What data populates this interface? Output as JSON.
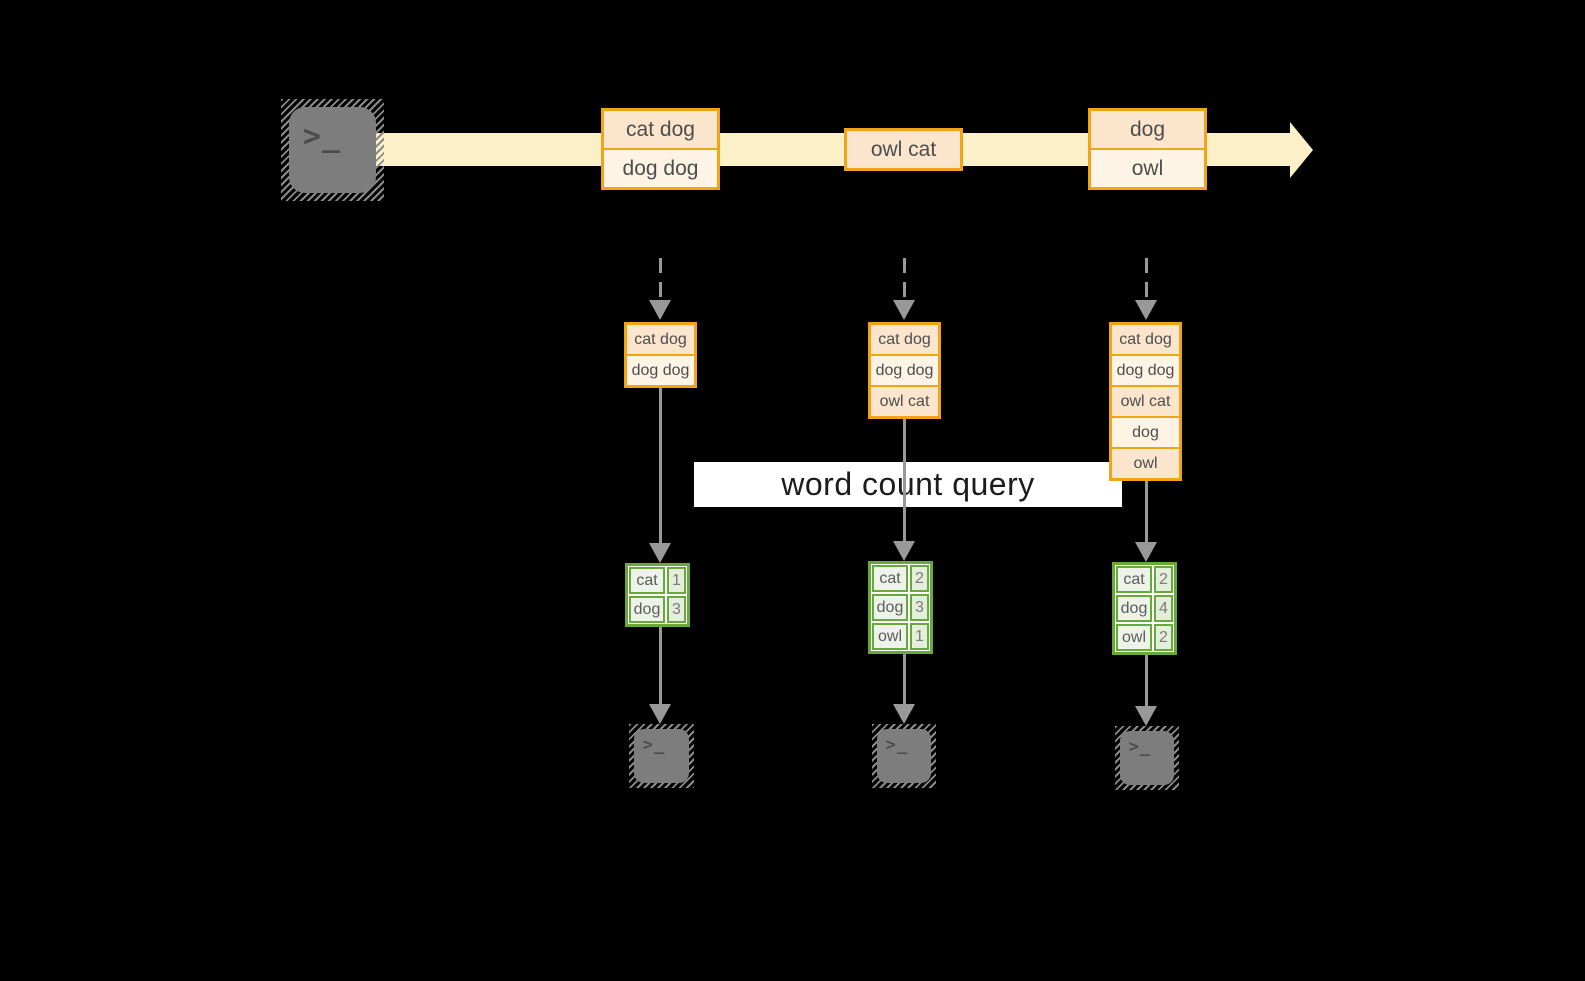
{
  "query_label": "word count query",
  "icons": {
    "terminal_prompt": ">_"
  },
  "colors": {
    "background": "#000000",
    "stream_fill": "#fbf0c8",
    "box_border": "#f0a516",
    "box_fill_peach": "#fbe5cd",
    "box_fill_cream": "#fdf4e6",
    "table_border": "#68a93c",
    "table_fill_word": "#eef3ea",
    "table_fill_count": "#e3eedb",
    "arrow_gray": "#999999",
    "terminal_gray": "#7d7d7d"
  },
  "stream": {
    "batches": [
      {
        "lines": [
          "cat dog",
          "dog dog"
        ]
      },
      {
        "lines": [
          "owl cat"
        ]
      },
      {
        "lines": [
          "dog",
          "owl"
        ]
      }
    ]
  },
  "states": [
    {
      "lines": [
        "cat dog",
        "dog dog"
      ]
    },
    {
      "lines": [
        "cat dog",
        "dog dog",
        "owl cat"
      ]
    },
    {
      "lines": [
        "cat dog",
        "dog dog",
        "owl cat",
        "dog",
        "owl"
      ]
    }
  ],
  "results": [
    {
      "rows": [
        [
          "cat",
          "1"
        ],
        [
          "dog",
          "3"
        ]
      ]
    },
    {
      "rows": [
        [
          "cat",
          "2"
        ],
        [
          "dog",
          "3"
        ],
        [
          "owl",
          "1"
        ]
      ]
    },
    {
      "rows": [
        [
          "cat",
          "2"
        ],
        [
          "dog",
          "4"
        ],
        [
          "owl",
          "2"
        ]
      ]
    }
  ]
}
